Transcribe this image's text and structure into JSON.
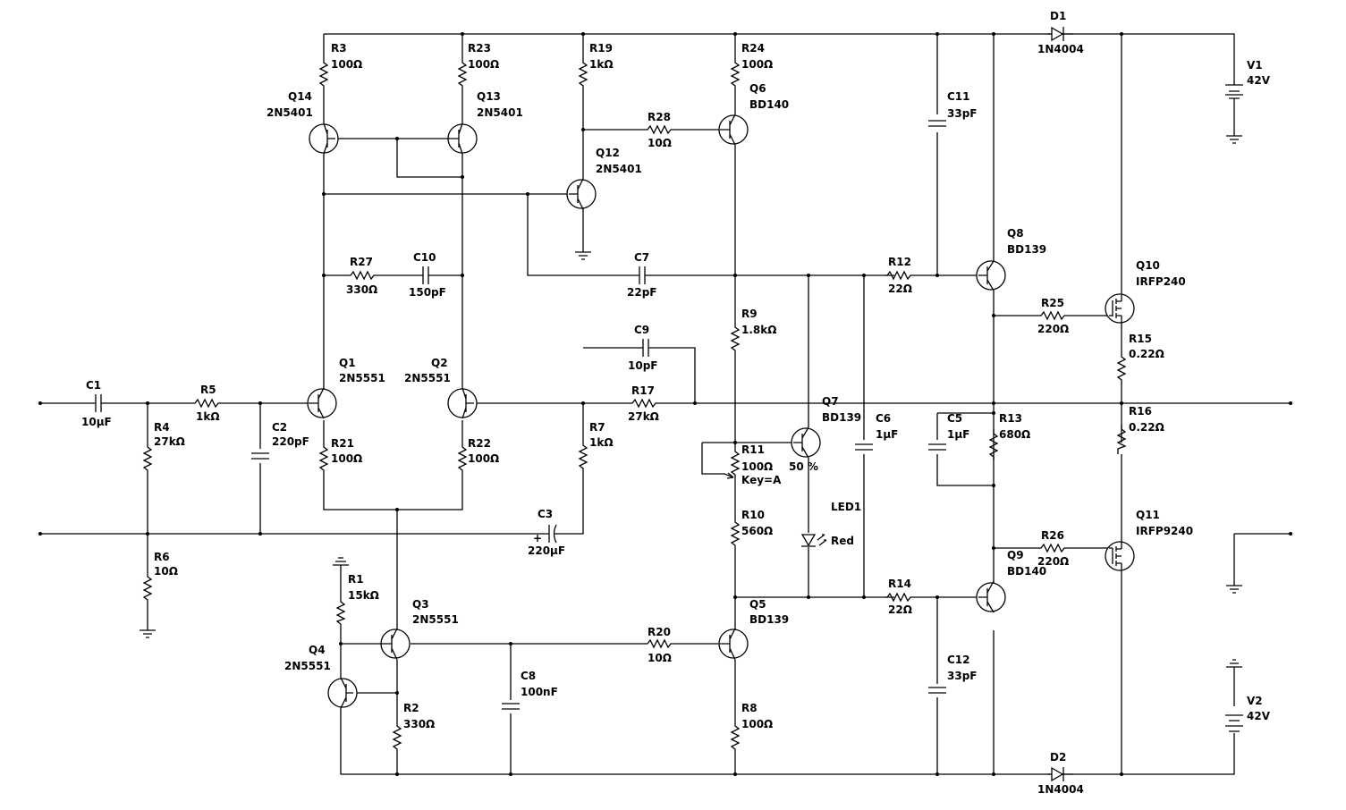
{
  "components": {
    "C1": {
      "ref": "C1",
      "value": "10µF"
    },
    "R5": {
      "ref": "R5",
      "value": "1kΩ"
    },
    "R4": {
      "ref": "R4",
      "value": "27kΩ"
    },
    "C2": {
      "ref": "C2",
      "value": "220pF"
    },
    "R6": {
      "ref": "R6",
      "value": "10Ω"
    },
    "R3": {
      "ref": "R3",
      "value": "100Ω"
    },
    "R23": {
      "ref": "R23",
      "value": "100Ω"
    },
    "R19": {
      "ref": "R19",
      "value": "1kΩ"
    },
    "R24": {
      "ref": "R24",
      "value": "100Ω"
    },
    "Q14": {
      "ref": "Q14",
      "value": "2N5401"
    },
    "Q13": {
      "ref": "Q13",
      "value": "2N5401"
    },
    "Q12": {
      "ref": "Q12",
      "value": "2N5401"
    },
    "Q6": {
      "ref": "Q6",
      "value": "BD140"
    },
    "R28": {
      "ref": "R28",
      "value": "10Ω"
    },
    "R27": {
      "ref": "R27",
      "value": "330Ω"
    },
    "C10": {
      "ref": "C10",
      "value": "150pF"
    },
    "C7": {
      "ref": "C7",
      "value": "22pF"
    },
    "C11": {
      "ref": "C11",
      "value": "33pF"
    },
    "R12": {
      "ref": "R12",
      "value": "22Ω"
    },
    "Q8": {
      "ref": "Q8",
      "value": "BD139"
    },
    "Q10": {
      "ref": "Q10",
      "value": "IRFP240"
    },
    "R25": {
      "ref": "R25",
      "value": "220Ω"
    },
    "R15": {
      "ref": "R15",
      "value": "0.22Ω"
    },
    "D1": {
      "ref": "D1",
      "value": "1N4004"
    },
    "V1": {
      "ref": "V1",
      "value": "42V"
    },
    "Q1": {
      "ref": "Q1",
      "value": "2N5551"
    },
    "Q2": {
      "ref": "Q2",
      "value": "2N5551"
    },
    "R21": {
      "ref": "R21",
      "value": "100Ω"
    },
    "R22": {
      "ref": "R22",
      "value": "100Ω"
    },
    "C9": {
      "ref": "C9",
      "value": "10pF"
    },
    "R17": {
      "ref": "R17",
      "value": "27kΩ"
    },
    "R7": {
      "ref": "R7",
      "value": "1kΩ"
    },
    "R9": {
      "ref": "R9",
      "value": "1.8kΩ"
    },
    "Q7": {
      "ref": "Q7",
      "value": "BD139"
    },
    "R11": {
      "ref": "R11",
      "value": "100Ω",
      "wiper": "50 %",
      "key": "Key=A"
    },
    "C6": {
      "ref": "C6",
      "value": "1µF"
    },
    "C5": {
      "ref": "C5",
      "value": "1µF"
    },
    "R13": {
      "ref": "R13",
      "value": "680Ω"
    },
    "R16": {
      "ref": "R16",
      "value": "0.22Ω"
    },
    "C3": {
      "ref": "C3",
      "value": "220µF"
    },
    "LED1": {
      "ref": "LED1",
      "value": "Red"
    },
    "R10": {
      "ref": "R10",
      "value": "560Ω"
    },
    "R14": {
      "ref": "R14",
      "value": "22Ω"
    },
    "Q9": {
      "ref": "Q9",
      "value": "BD140"
    },
    "R26": {
      "ref": "R26",
      "value": "220Ω"
    },
    "Q11": {
      "ref": "Q11",
      "value": "IRFP9240"
    },
    "R1": {
      "ref": "R1",
      "value": "15kΩ"
    },
    "Q3": {
      "ref": "Q3",
      "value": "2N5551"
    },
    "Q4": {
      "ref": "Q4",
      "value": "2N5551"
    },
    "R2": {
      "ref": "R2",
      "value": "330Ω"
    },
    "C8": {
      "ref": "C8",
      "value": "100nF"
    },
    "R20": {
      "ref": "R20",
      "value": "10Ω"
    },
    "Q5": {
      "ref": "Q5",
      "value": "BD139"
    },
    "R8": {
      "ref": "R8",
      "value": "100Ω"
    },
    "C12": {
      "ref": "C12",
      "value": "33pF"
    },
    "D2": {
      "ref": "D2",
      "value": "1N4004"
    },
    "V2": {
      "ref": "V2",
      "value": "42V"
    }
  }
}
